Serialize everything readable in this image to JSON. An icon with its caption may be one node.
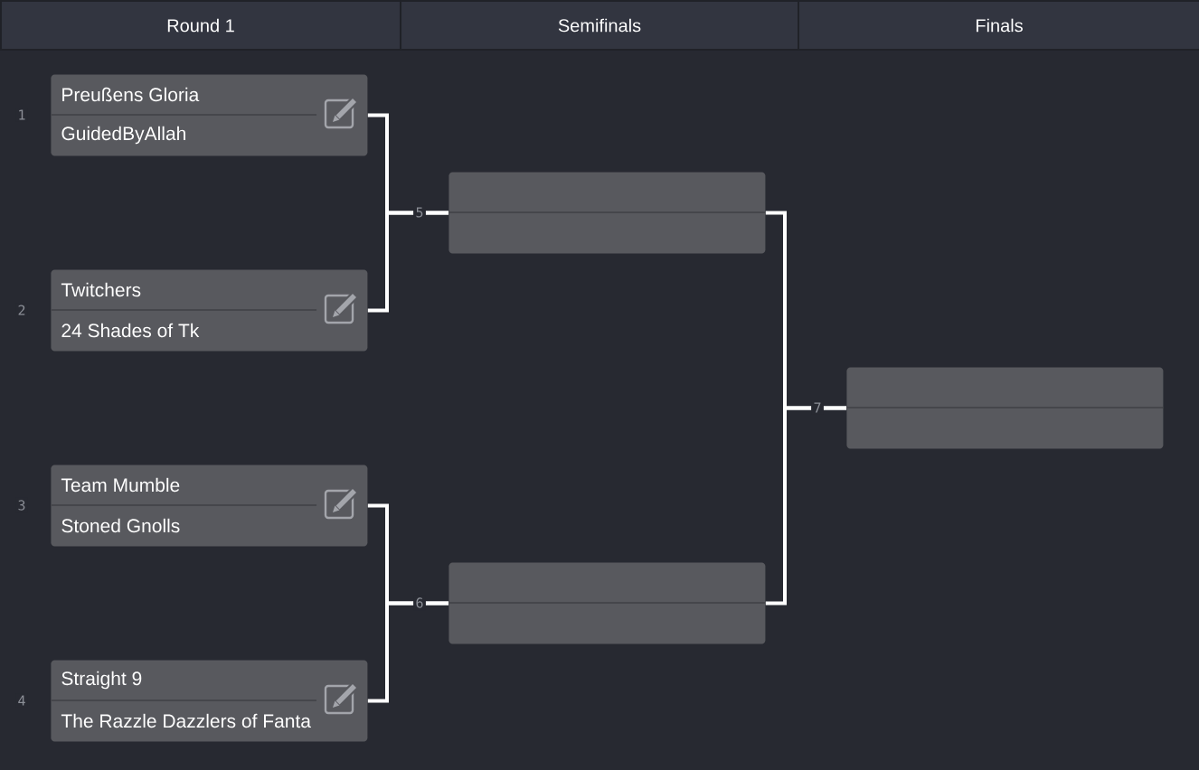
{
  "diagram": {
    "nodes": [
      {
        "text": [
          "Preußens Gloria",
          "GuidedByAllah"
        ],
        "beside": [
          "1"
        ]
      },
      {
        "text": [
          "Twitchers",
          "24 Shades of Tk"
        ],
        "beside": [
          "2"
        ]
      },
      {
        "text": [
          "Team Mumble",
          "Stoned Gnolls"
        ],
        "beside": [
          "3"
        ]
      },
      {
        "text": [
          "Straight 9",
          "The Razzle Dazzlers of Fanta"
        ],
        "beside": [
          "4"
        ]
      },
      {
        "text": [],
        "shape": "box",
        "beside": [
          "5"
        ]
      },
      {
        "text": [],
        "shape": "box",
        "beside": [
          "6"
        ]
      },
      {
        "text": [],
        "shape": "box",
        "beside": [
          "7"
        ]
      }
    ],
    "edges": [
      {
        "from": 0,
        "to": 4,
        "arrow": "none"
      },
      {
        "from": 1,
        "to": 4,
        "arrow": "none"
      },
      {
        "from": 2,
        "to": 5,
        "arrow": "none"
      },
      {
        "from": 3,
        "to": 5,
        "arrow": "none"
      },
      {
        "from": 4,
        "to": 6,
        "arrow": "none"
      },
      {
        "from": 5,
        "to": 6,
        "arrow": "none"
      }
    ],
    "labels": [
      "Round 1",
      "Semifinals",
      "Finals"
    ]
  }
}
